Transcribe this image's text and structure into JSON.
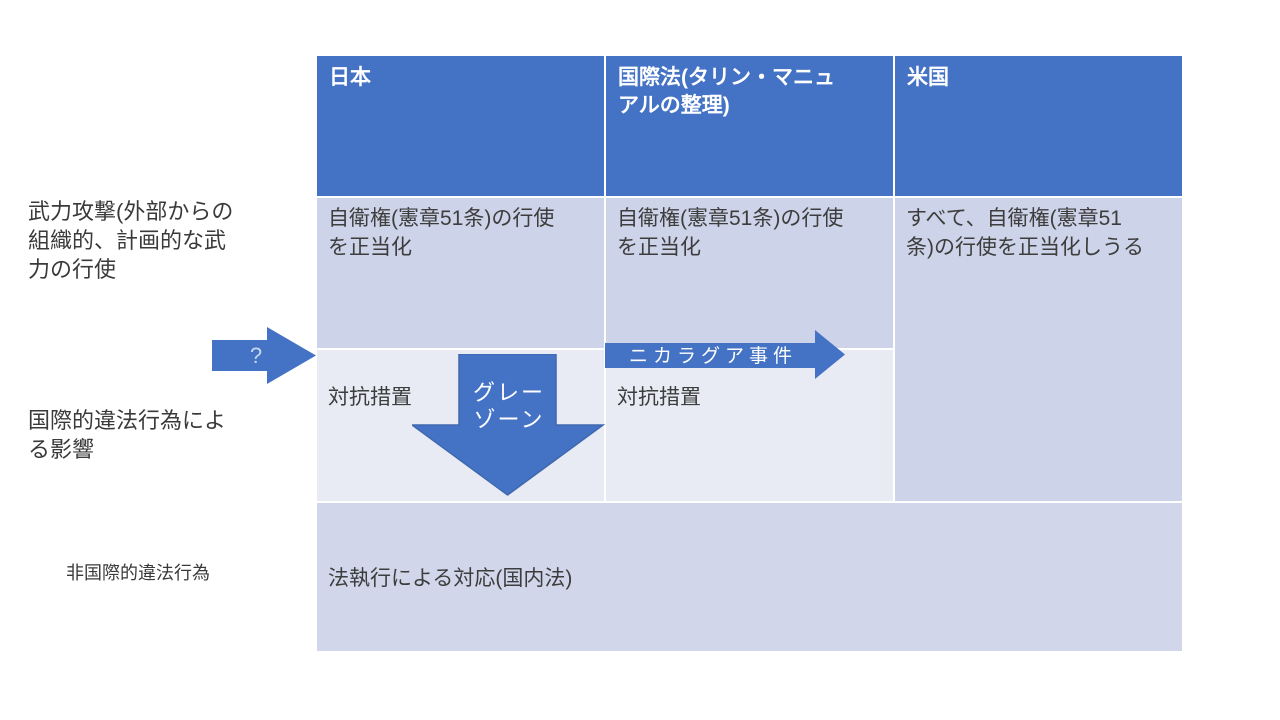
{
  "slide": {
    "table": {
      "columns": [
        "日本",
        "国際法(タリン・マニュアルの整理)",
        "米国"
      ],
      "rows": {
        "armed_attack": {
          "japan": "自衛権(憲章51条)の行使を正当化",
          "intl_law": "自衛権(憲章51条)の行使を正当化",
          "us": "すべて、自衛権(憲章51条)の行使を正当化しうる"
        },
        "wrongful_act": {
          "japan": "対抗措置",
          "intl_law": "対抗措置"
        },
        "non_international": {
          "all_columns": "法執行による対応(国内法)"
        }
      }
    },
    "row_labels": {
      "armed_attack": "武力攻撃(外部からの組織的、計画的な武力の行使",
      "wrongful_act": "国際的違法行為による影響",
      "non_international": "非国際的違法行為"
    },
    "annotations": {
      "question": "?",
      "nicaragua": "ニカラグア事件",
      "gray_zone_line1": "グレー",
      "gray_zone_line2": "ゾーン"
    },
    "colors": {
      "header_bg": "#4472C4",
      "band_row": "#CDD3E8",
      "bottom_band_row": "#D1D6EA",
      "light_row": "#E9EBF4",
      "arrow_fill": "#4472C4",
      "arrow_outline": "#3F69AE",
      "header_text": "#FFFFFF",
      "body_text": "#3D3D3D"
    }
  }
}
